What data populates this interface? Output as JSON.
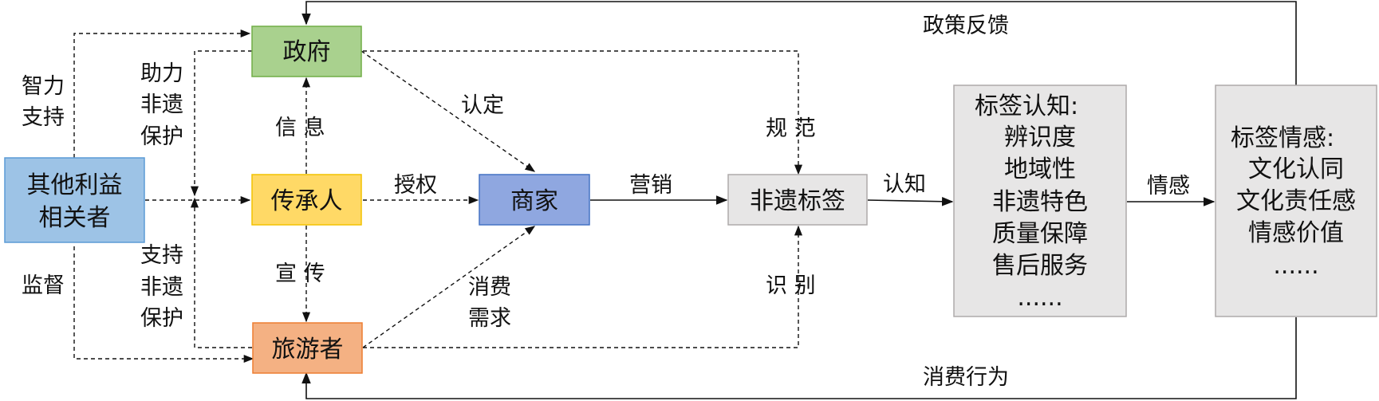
{
  "nodes": {
    "government": "政府",
    "stakeholders": [
      "其他利益",
      "相关者"
    ],
    "inheritor": "传承人",
    "merchant": "商家",
    "tourist": "旅游者",
    "label": "非遗标签",
    "cognition": [
      "标签认知:",
      "辨识度",
      "地域性",
      "非遗特色",
      "质量保障",
      "售后服务",
      "......"
    ],
    "emotion": [
      "标签情感:",
      "文化认同",
      "文化责任感",
      "情感价值",
      "......"
    ]
  },
  "edges": {
    "policy_feedback": "政策反馈",
    "consumer_behavior": "消费行为",
    "intellectual_support": [
      "智力",
      "支持"
    ],
    "supervise": "监督",
    "help_heritage": [
      "助力",
      "非遗",
      "保护"
    ],
    "support_heritage": [
      "支持",
      "非遗",
      "保护"
    ],
    "information": "信 息",
    "publicity": "宣 传",
    "recognize": "认定",
    "authorize": "授权",
    "consumer_demand": [
      "消费",
      "需求"
    ],
    "marketing": "营销",
    "regulate": "规 范",
    "identify": "识 别",
    "cognition_edge": "认知",
    "emotion_edge": "情感"
  },
  "colors": {
    "government": "#a9d18e",
    "government_border": "#70ad47",
    "stakeholders": "#9dc3e6",
    "stakeholders_border": "#5b9bd5",
    "inheritor": "#ffd966",
    "inheritor_border": "#f2c200",
    "merchant": "#8fa7e0",
    "merchant_border": "#4472c4",
    "tourist": "#f4b183",
    "tourist_border": "#ed7d31",
    "grey_fill": "#e7e6e6",
    "grey_border": "#aeaaaa"
  }
}
